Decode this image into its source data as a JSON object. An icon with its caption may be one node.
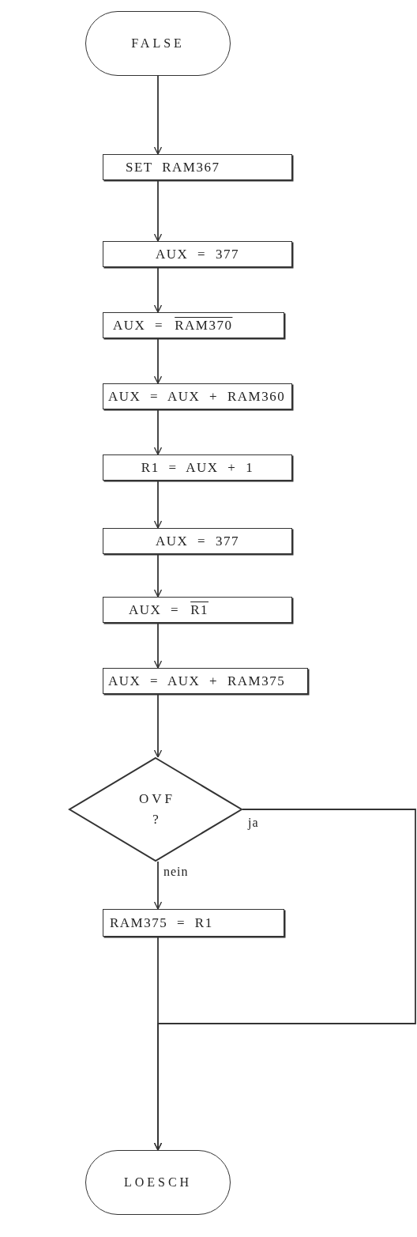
{
  "diagram": {
    "nodes": [
      {
        "text": [
          "FALSE"
        ]
      },
      {
        "text": [
          "SET RAM367"
        ]
      },
      {
        "text": [
          "AUX = 377"
        ]
      },
      {
        "text": [
          "AUX =",
          "RAM370"
        ]
      },
      {
        "text": [
          "AUX = AUX + RAM360"
        ]
      },
      {
        "text": [
          "R1 = AUX + 1"
        ]
      },
      {
        "text": [
          "AUX = 377"
        ]
      },
      {
        "text": [
          "AUX =",
          "R1"
        ]
      },
      {
        "text": [
          "AUX = AUX + RAM375"
        ]
      },
      {
        "text": [
          "O V F",
          "?"
        ]
      },
      {
        "text": [
          "RAM375 = R1"
        ]
      },
      {
        "text": [
          "LOESCH"
        ]
      }
    ],
    "edges": [
      {
        "from": 0,
        "to": 1,
        "arrow": "to"
      },
      {
        "from": 1,
        "to": 2,
        "arrow": "to"
      },
      {
        "from": 2,
        "to": 3,
        "arrow": "to"
      },
      {
        "from": 3,
        "to": 4,
        "arrow": "to"
      },
      {
        "from": 4,
        "to": 5,
        "arrow": "to"
      },
      {
        "from": 5,
        "to": 6,
        "arrow": "to"
      },
      {
        "from": 6,
        "to": 7,
        "arrow": "to"
      },
      {
        "from": 7,
        "to": 8,
        "arrow": "to"
      },
      {
        "from": 8,
        "to": 9,
        "arrow": "to"
      },
      {
        "from": 9,
        "to": 10,
        "arrow": "to",
        "label": "nein"
      },
      {
        "from": 9,
        "to": 11,
        "arrow": "to",
        "label": "ja"
      },
      {
        "from": 10,
        "to": 11,
        "arrow": "to"
      }
    ]
  }
}
